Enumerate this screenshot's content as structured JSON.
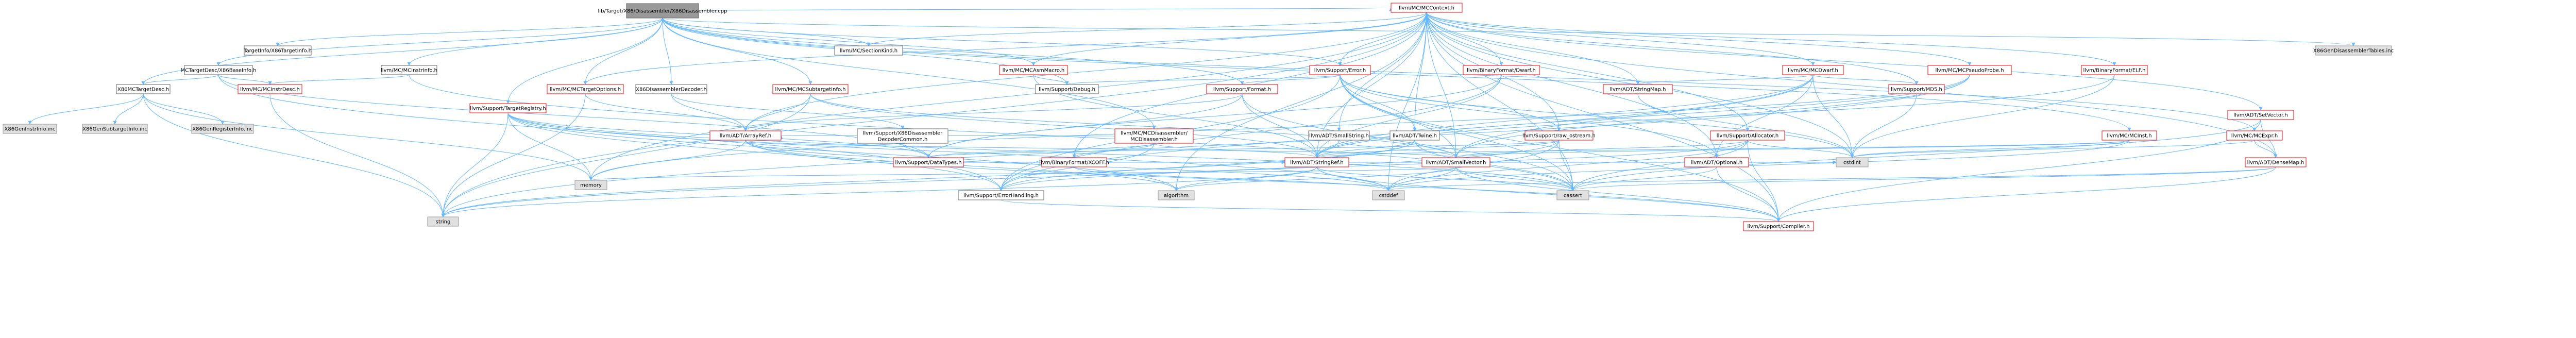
{
  "colors": {
    "background": "#ffffff",
    "root_fill": "#999999",
    "node_fill": "#ffffff",
    "external_fill": "#e0e0e0",
    "node_border": "#666666",
    "node_border_red": "#ff0000",
    "text": "#000000",
    "edge": "#63b8ff"
  },
  "graph": {
    "root": "lib/Target/X86/Disassembler/X86Disassembler.cpp",
    "nodes": [
      {
        "id": "root",
        "label": "lib/Target/X86/Disassembler/X86Disassembler.cpp",
        "kind": "root"
      },
      {
        "id": "targetinfo",
        "label": "TargetInfo/X86TargetInfo.h",
        "kind": "normal"
      },
      {
        "id": "basicinfo",
        "label": "MCTargetDesc/X86BaseInfo.h",
        "kind": "normal"
      },
      {
        "id": "mctargetdesc",
        "label": "X86MCTargetDesc.h",
        "kind": "normal"
      },
      {
        "id": "mcinstrinfo_h",
        "label": "llvm/MC/MCInstrInfo.h",
        "kind": "normal"
      },
      {
        "id": "mcinstrdesc",
        "label": "llvm/MC/MCInstrDesc.h",
        "kind": "red"
      },
      {
        "id": "mcsectionkind",
        "label": "llvm/MC/SectionKind.h",
        "kind": "normal"
      },
      {
        "id": "mcasmmacro",
        "label": "llvm/MC/MCAsmMacro.h",
        "kind": "red"
      },
      {
        "id": "mcsubtargetinfo",
        "label": "llvm/MC/MCSubtargetInfo.h",
        "kind": "red"
      },
      {
        "id": "mctargetoptions",
        "label": "llvm/MC/MCTargetOptions.h",
        "kind": "red"
      },
      {
        "id": "x86disasmdecoder",
        "label": "X86DisassemblerDecoder.h",
        "kind": "normal"
      },
      {
        "id": "targetregistry",
        "label": "llvm/Support/TargetRegistry.h",
        "kind": "red"
      },
      {
        "id": "mccontext",
        "label": "llvm/MC/MCContext.h",
        "kind": "red"
      },
      {
        "id": "supporterror",
        "label": "llvm/Support/Error.h",
        "kind": "red"
      },
      {
        "id": "binaryformatdwarf",
        "label": "llvm/BinaryFormat/Dwarf.h",
        "kind": "red"
      },
      {
        "id": "supportformat",
        "label": "llvm/Support/Format.h",
        "kind": "red"
      },
      {
        "id": "supportdebug",
        "label": "llvm/Support/Debug.h",
        "kind": "normal"
      },
      {
        "id": "mcdisassembler",
        "label": "llvm/MC/MCDisassembler/\nMCDisassembler.h",
        "kind": "red"
      },
      {
        "id": "x86disasmdecodercommon",
        "label": "llvm/Support/X86Disassembler\nDecoderCommon.h",
        "kind": "normal"
      },
      {
        "id": "arrayref",
        "label": "llvm/ADT/ArrayRef.h",
        "kind": "red"
      },
      {
        "id": "smallstring",
        "label": "llvm/ADT/SmallString.h",
        "kind": "normal"
      },
      {
        "id": "twine",
        "label": "llvm/ADT/Twine.h",
        "kind": "normal"
      },
      {
        "id": "rawostream",
        "label": "llvm/Support/raw_ostream.h",
        "kind": "red"
      },
      {
        "id": "allocator",
        "label": "llvm/Support/Allocator.h",
        "kind": "red"
      },
      {
        "id": "mcdwarf",
        "label": "llvm/MC/MCDwarf.h",
        "kind": "red"
      },
      {
        "id": "stringmap",
        "label": "llvm/ADT/StringMap.h",
        "kind": "red"
      },
      {
        "id": "md5",
        "label": "llvm/Support/MD5.h",
        "kind": "red"
      },
      {
        "id": "mcpseudoprobe",
        "label": "llvm/MC/MCPseudoProbe.h",
        "kind": "red"
      },
      {
        "id": "elfh",
        "label": "llvm/BinaryFormat/ELF.h",
        "kind": "red"
      },
      {
        "id": "setvector",
        "label": "llvm/ADT/SetVector.h",
        "kind": "red"
      },
      {
        "id": "mcinst",
        "label": "llvm/MC/MCInst.h",
        "kind": "red"
      },
      {
        "id": "mcexpr",
        "label": "llvm/MC/MCExpr.h",
        "kind": "red"
      },
      {
        "id": "densemap",
        "label": "llvm/ADT/DenseMap.h",
        "kind": "red"
      },
      {
        "id": "optional",
        "label": "llvm/ADT/Optional.h",
        "kind": "red"
      },
      {
        "id": "smallvector",
        "label": "llvm/ADT/SmallVector.h",
        "kind": "red"
      },
      {
        "id": "stringref",
        "label": "llvm/ADT/StringRef.h",
        "kind": "red"
      },
      {
        "id": "datatypes",
        "label": "llvm/Support/DataTypes.h",
        "kind": "red"
      },
      {
        "id": "xcoff",
        "label": "llvm/BinaryFormat/XCOFF.h",
        "kind": "red"
      },
      {
        "id": "errorhandling",
        "label": "llvm/Support/ErrorHandling.h",
        "kind": "normal"
      },
      {
        "id": "compiler",
        "label": "llvm/Support/Compiler.h",
        "kind": "red"
      },
      {
        "id": "x86geninstrinfo",
        "label": "X86GenInstrInfo.inc",
        "kind": "external"
      },
      {
        "id": "x86gensubtargetinfo",
        "label": "X86GenSubtargetInfo.inc",
        "kind": "external"
      },
      {
        "id": "x86genregisterinfo",
        "label": "X86GenRegisterInfo.inc",
        "kind": "external"
      },
      {
        "id": "x86gendisasmtables",
        "label": "X86GenDisassemblerTables.inc",
        "kind": "external"
      },
      {
        "id": "memory",
        "label": "memory",
        "kind": "external"
      },
      {
        "id": "string",
        "label": "string",
        "kind": "external"
      },
      {
        "id": "algorithm",
        "label": "algorithm",
        "kind": "external"
      },
      {
        "id": "cstddef",
        "label": "cstddef",
        "kind": "external"
      },
      {
        "id": "cassert",
        "label": "cassert",
        "kind": "external"
      },
      {
        "id": "cstdint",
        "label": "cstdint",
        "kind": "external"
      }
    ],
    "edges": [
      [
        "root",
        "targetinfo"
      ],
      [
        "root",
        "basicinfo"
      ],
      [
        "root",
        "mctargetdesc"
      ],
      [
        "root",
        "mcinstrinfo_h"
      ],
      [
        "root",
        "mccontext"
      ],
      [
        "root",
        "mcsubtargetinfo"
      ],
      [
        "root",
        "x86disasmdecoder"
      ],
      [
        "root",
        "targetregistry"
      ],
      [
        "root",
        "supportdebug"
      ],
      [
        "root",
        "supportformat"
      ],
      [
        "root",
        "mcdisassembler"
      ],
      [
        "root",
        "mcinst"
      ],
      [
        "root",
        "mcexpr"
      ],
      [
        "root",
        "x86gendisasmtables"
      ],
      [
        "root",
        "supporterror"
      ],
      [
        "root",
        "mcasmmacro"
      ],
      [
        "root",
        "mcsectionkind"
      ],
      [
        "root",
        "mctargetoptions"
      ],
      [
        "basicinfo",
        "mcinstrdesc"
      ],
      [
        "basicinfo",
        "mctargetdesc"
      ],
      [
        "basicinfo",
        "datatypes"
      ],
      [
        "basicinfo",
        "errorhandling"
      ],
      [
        "mctargetdesc",
        "x86geninstrinfo"
      ],
      [
        "mctargetdesc",
        "x86gensubtargetinfo"
      ],
      [
        "mctargetdesc",
        "x86genregisterinfo"
      ],
      [
        "mctargetdesc",
        "memory"
      ],
      [
        "mctargetdesc",
        "string"
      ],
      [
        "mcinstrinfo_h",
        "mcinstrdesc"
      ],
      [
        "mcinstrinfo_h",
        "cassert"
      ],
      [
        "mcinstrdesc",
        "string"
      ],
      [
        "mccontext",
        "mcdwarf"
      ],
      [
        "mccontext",
        "stringmap"
      ],
      [
        "mccontext",
        "md5"
      ],
      [
        "mccontext",
        "mcpseudoprobe"
      ],
      [
        "mccontext",
        "elfh"
      ],
      [
        "mccontext",
        "setvector"
      ],
      [
        "mccontext",
        "mcasmmacro"
      ],
      [
        "mccontext",
        "mcsectionkind"
      ],
      [
        "mccontext",
        "mctargetoptions"
      ],
      [
        "mccontext",
        "supporterror"
      ],
      [
        "mccontext",
        "binaryformatdwarf"
      ],
      [
        "mccontext",
        "arrayref"
      ],
      [
        "mccontext",
        "smallstring"
      ],
      [
        "mccontext",
        "twine"
      ],
      [
        "mccontext",
        "rawostream"
      ],
      [
        "mccontext",
        "allocator"
      ],
      [
        "mccontext",
        "densemap"
      ],
      [
        "mccontext",
        "optional"
      ],
      [
        "mccontext",
        "smallvector"
      ],
      [
        "mccontext",
        "stringref"
      ],
      [
        "mccontext",
        "xcoff"
      ],
      [
        "mccontext",
        "compiler"
      ],
      [
        "mccontext",
        "memory"
      ],
      [
        "mccontext",
        "string"
      ],
      [
        "mccontext",
        "algorithm"
      ],
      [
        "mccontext",
        "cstddef"
      ],
      [
        "mccontext",
        "cassert"
      ],
      [
        "mccontext",
        "cstdint"
      ],
      [
        "mcdwarf",
        "stringmap"
      ],
      [
        "mcdwarf",
        "md5"
      ],
      [
        "mcdwarf",
        "stringref"
      ],
      [
        "mcdwarf",
        "optional"
      ],
      [
        "mcdwarf",
        "smallvector"
      ],
      [
        "mcdwarf",
        "errorhandling"
      ],
      [
        "mcdwarf",
        "cstdint"
      ],
      [
        "supporterror",
        "supportformat"
      ],
      [
        "supporterror",
        "supportdebug"
      ],
      [
        "supporterror",
        "twine"
      ],
      [
        "supporterror",
        "rawostream"
      ],
      [
        "supporterror",
        "errorhandling"
      ],
      [
        "supporterror",
        "compiler"
      ],
      [
        "supporterror",
        "cassert"
      ],
      [
        "supporterror",
        "cstdint"
      ],
      [
        "supporterror",
        "optional"
      ],
      [
        "supporterror",
        "smallvector"
      ],
      [
        "mcsubtargetinfo",
        "arrayref"
      ],
      [
        "mcsubtargetinfo",
        "stringref"
      ],
      [
        "mcsubtargetinfo",
        "smallvector"
      ],
      [
        "mcsubtargetinfo",
        "string"
      ],
      [
        "mcdisassembler",
        "arrayref"
      ],
      [
        "mcdisassembler",
        "xcoff"
      ],
      [
        "mcdisassembler",
        "stringref"
      ],
      [
        "mcdisassembler",
        "datatypes"
      ],
      [
        "mcdisassembler",
        "errorhandling"
      ],
      [
        "x86disasmdecoder",
        "arrayref"
      ],
      [
        "x86disasmdecoder",
        "x86disasmdecodercommon"
      ],
      [
        "targetregistry",
        "memory"
      ],
      [
        "targetregistry",
        "string"
      ],
      [
        "targetregistry",
        "algorithm"
      ],
      [
        "targetregistry",
        "cassert"
      ],
      [
        "targetregistry",
        "cstddef"
      ],
      [
        "targetregistry",
        "datatypes"
      ],
      [
        "targetregistry",
        "errorhandling"
      ],
      [
        "arrayref",
        "memory"
      ],
      [
        "arrayref",
        "algorithm"
      ],
      [
        "arrayref",
        "cstddef"
      ],
      [
        "arrayref",
        "compiler"
      ],
      [
        "arrayref",
        "smallvector"
      ],
      [
        "twine",
        "smallvector"
      ],
      [
        "twine",
        "stringref"
      ],
      [
        "twine",
        "errorhandling"
      ],
      [
        "twine",
        "cassert"
      ],
      [
        "twine",
        "string"
      ],
      [
        "rawostream",
        "stringref"
      ],
      [
        "rawostream",
        "datatypes"
      ],
      [
        "rawostream",
        "cassert"
      ],
      [
        "rawostream",
        "cstddef"
      ],
      [
        "rawostream",
        "string"
      ],
      [
        "allocator",
        "smallvector"
      ],
      [
        "allocator",
        "compiler"
      ],
      [
        "allocator",
        "errorhandling"
      ],
      [
        "allocator",
        "cassert"
      ],
      [
        "allocator",
        "cstddef"
      ],
      [
        "allocator",
        "cstdint"
      ],
      [
        "stringref",
        "compiler"
      ],
      [
        "stringref",
        "algorithm"
      ],
      [
        "stringref",
        "cassert"
      ],
      [
        "stringref",
        "cstddef"
      ],
      [
        "stringref",
        "string"
      ],
      [
        "smallvector",
        "compiler"
      ],
      [
        "smallvector",
        "algorithm"
      ],
      [
        "smallvector",
        "cassert"
      ],
      [
        "smallvector",
        "cstddef"
      ],
      [
        "smallvector",
        "memory"
      ],
      [
        "optional",
        "compiler"
      ],
      [
        "optional",
        "cassert"
      ],
      [
        "setvector",
        "densemap"
      ],
      [
        "setvector",
        "compiler"
      ],
      [
        "setvector",
        "cassert"
      ],
      [
        "mcinst",
        "smallvector"
      ],
      [
        "mcinst",
        "stringref"
      ],
      [
        "mcinst",
        "cstdint"
      ],
      [
        "mcinst",
        "cstddef"
      ],
      [
        "mcexpr",
        "densemap"
      ],
      [
        "mcexpr",
        "cstdint"
      ],
      [
        "densemap",
        "compiler"
      ],
      [
        "densemap",
        "cassert"
      ],
      [
        "densemap",
        "cstddef"
      ],
      [
        "elfh",
        "cstdint"
      ],
      [
        "elfh",
        "stringref"
      ],
      [
        "md5",
        "cstdint"
      ],
      [
        "stringmap",
        "cstdint"
      ],
      [
        "supportformat",
        "stringref"
      ],
      [
        "supportformat",
        "arrayref"
      ],
      [
        "supportformat",
        "datatypes"
      ],
      [
        "supportformat",
        "cassert"
      ],
      [
        "binaryformatdwarf",
        "stringref"
      ],
      [
        "binaryformatdwarf",
        "datatypes"
      ],
      [
        "binaryformatdwarf",
        "errorhandling"
      ],
      [
        "mcpseudoprobe",
        "smallvector"
      ],
      [
        "mcpseudoprobe",
        "stringref"
      ],
      [
        "mcpseudoprobe",
        "memory"
      ],
      [
        "mcpseudoprobe",
        "string"
      ],
      [
        "mcasmmacro",
        "stringref"
      ],
      [
        "mcasmmacro",
        "supportdebug"
      ],
      [
        "mctargetoptions",
        "arrayref"
      ],
      [
        "mctargetoptions",
        "string"
      ],
      [
        "smallstring",
        "smallvector"
      ],
      [
        "smallstring",
        "stringref"
      ],
      [
        "xcoff",
        "stringref"
      ],
      [
        "xcoff",
        "cstddef"
      ],
      [
        "xcoff",
        "cstdint"
      ],
      [
        "datatypes",
        "cstdint"
      ],
      [
        "errorhandling",
        "compiler"
      ],
      [
        "x86disasmdecodercommon",
        "datatypes"
      ]
    ]
  }
}
